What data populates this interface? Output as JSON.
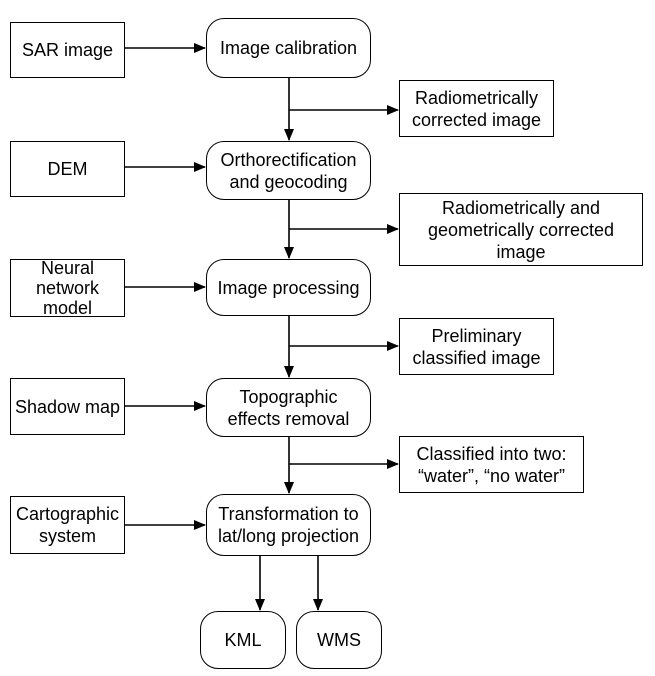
{
  "inputs": {
    "sar_image": "SAR image",
    "dem": "DEM",
    "neural_network_model": "Neural\nnetwork\nmodel",
    "shadow_map": "Shadow map",
    "cartographic_system": "Cartographic\nsystem"
  },
  "steps": {
    "image_calibration": "Image calibration",
    "orthorectification": "Orthorectification\nand geocoding",
    "image_processing": "Image processing",
    "topographic_removal": "Topographic\neffects removal",
    "transformation": "Transformation to\nlat/long projection"
  },
  "products": {
    "radiometrically_corrected": "Radiometrically\ncorrected image",
    "radiometrically_geometrically_corrected": "Radiometrically and\ngeometrically corrected\nimage",
    "preliminary_classified": "Preliminary\nclassified image",
    "classified_two": "Classified into two:\n“water”, “no water”"
  },
  "outputs": {
    "kml": "KML",
    "wms": "WMS"
  }
}
